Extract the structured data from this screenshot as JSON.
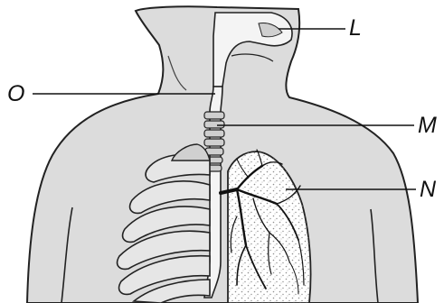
{
  "labels": {
    "L": "L",
    "O": "O",
    "M": "M",
    "N": "N"
  },
  "colors": {
    "body_fill": "#dcdcdc",
    "outline": "#222222",
    "line": "#111111",
    "airway_fill": "#f4f4f4",
    "lung_speckle": "#9a9a9a",
    "background": "#ffffff"
  }
}
